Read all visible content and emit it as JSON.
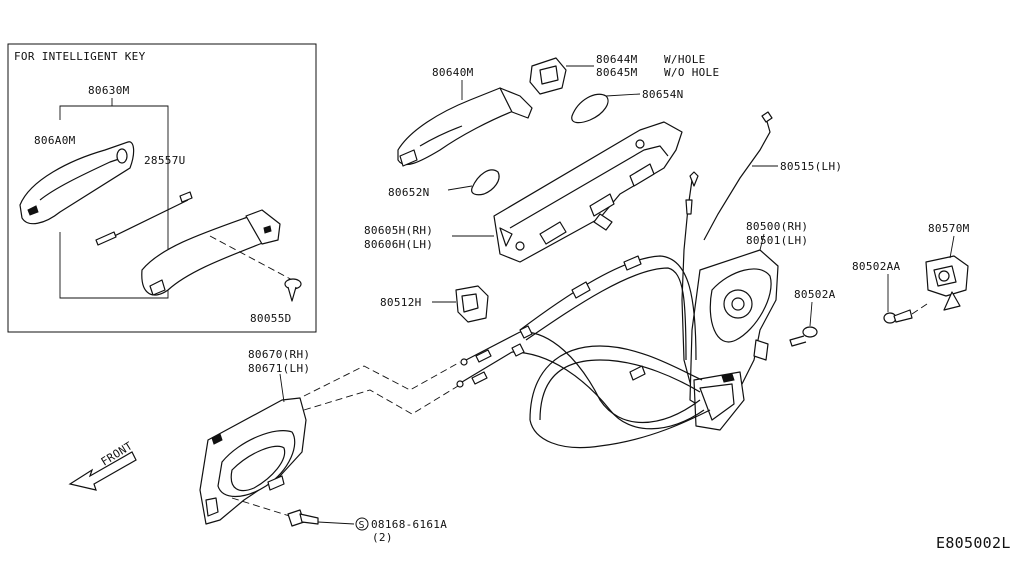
{
  "inset": {
    "title": "FOR INTELLIGENT KEY"
  },
  "parts": {
    "p80630M": "80630M",
    "p806A0M": "806A0M",
    "p28557U": "28557U",
    "p80055D": "80055D",
    "p80640M": "80640M",
    "p80644M": "80644M",
    "p80645M": "80645M",
    "note_w_hole": "W/HOLE",
    "note_wo_hole": "W/O HOLE",
    "p80654N": "80654N",
    "p80515": "80515(LH)",
    "p80652N": "80652N",
    "p80605H": "80605H(RH)",
    "p80606H": "80606H(LH)",
    "p80500": "80500(RH)",
    "p80501": "80501(LH)",
    "p80570M": "80570M",
    "p80502AA": "80502AA",
    "p80502A": "80502A",
    "p80512H": "80512H",
    "p80670": "80670(RH)",
    "p80671": "80671(LH)",
    "p08168": "08168-6161A",
    "p08168_qty": "(2)",
    "screw_symbol": "S"
  },
  "front_label": "FRONT",
  "diagram_code": "E805002L"
}
